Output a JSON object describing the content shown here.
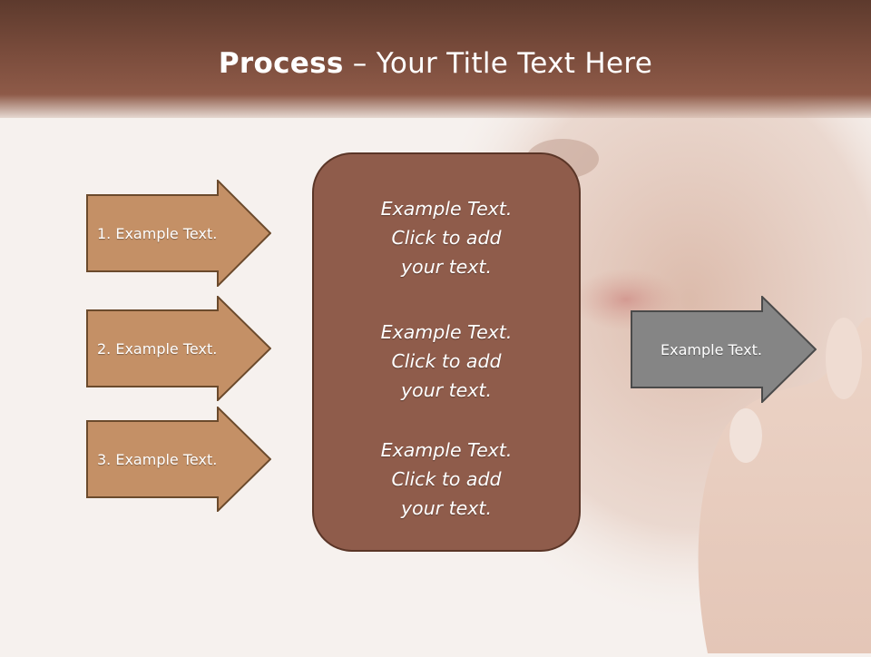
{
  "slide": {
    "title_bold": "Process",
    "title_rest": " – Your Title Text Here"
  },
  "steps": [
    {
      "label": "1. Example Text."
    },
    {
      "label": "2. Example Text."
    },
    {
      "label": "3. Example Text."
    }
  ],
  "center_panel": {
    "blocks": [
      {
        "lines": [
          "Example Text.",
          "Click  to add",
          "your text."
        ]
      },
      {
        "lines": [
          "Example Text.",
          "Click  to add",
          "your text."
        ]
      },
      {
        "lines": [
          "Example Text.",
          "Click  to add",
          "your text."
        ]
      }
    ]
  },
  "result": {
    "label": "Example Text."
  },
  "colors": {
    "header": "#7a4c3c",
    "step_fill": "#c49066",
    "step_border": "#6b4a2c",
    "panel_fill": "#8f5c4b",
    "result_fill": "#858585",
    "result_border": "#4a4a4a"
  }
}
